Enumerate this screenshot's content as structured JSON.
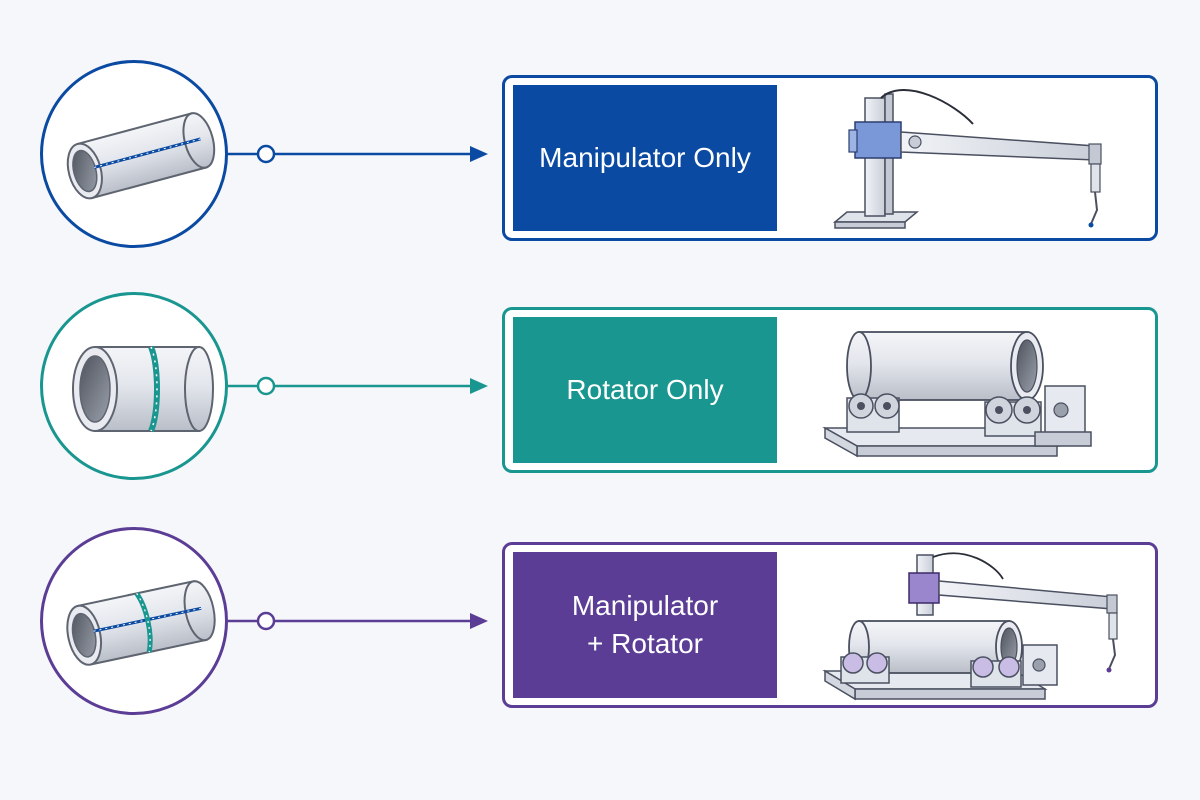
{
  "colors": {
    "blue": "#0b4aa2",
    "teal": "#1a9690",
    "purple": "#5b3d96",
    "metal_light": "#e4e7ee",
    "metal_mid": "#c7ccd6",
    "metal_dark": "#5e6470"
  },
  "options": [
    {
      "id": "manipulator-only",
      "label_lines": [
        "Manipulator Only"
      ],
      "color": "#0b4aa2",
      "weld_type": "longitudinal-seam",
      "equipment": "column-and-boom-manipulator-icon"
    },
    {
      "id": "rotator-only",
      "label_lines": [
        "Rotator Only"
      ],
      "color": "#1a9690",
      "weld_type": "circumferential-seam",
      "equipment": "pipe-rotator-icon"
    },
    {
      "id": "manipulator-plus-rotator",
      "label_lines": [
        "Manipulator",
        "+ Rotator"
      ],
      "color": "#5b3d96",
      "weld_type": "longitudinal-and-circumferential-seams",
      "equipment": "manipulator-with-rotator-icon"
    }
  ]
}
